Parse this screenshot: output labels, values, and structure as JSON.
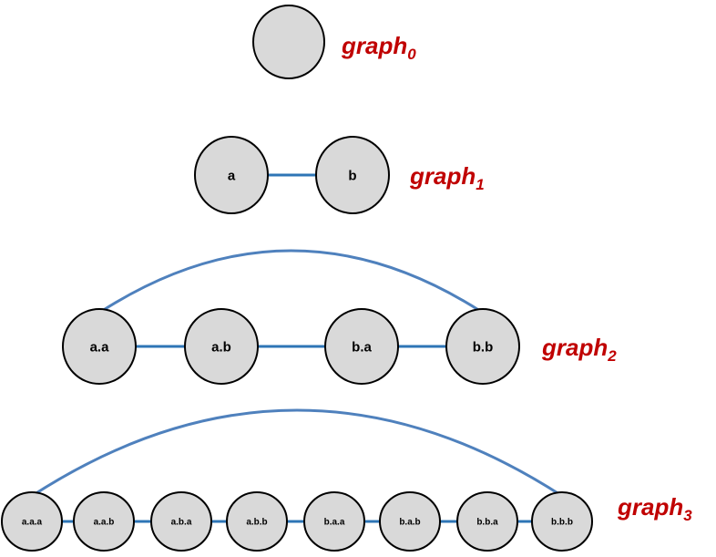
{
  "colors": {
    "node_fill": "#d9d9d9",
    "node_stroke": "#000000",
    "edge": "#2e75b6",
    "arc": "#4f81bd",
    "title": "#c00000"
  },
  "graphs": [
    {
      "name": "graph",
      "index": "0",
      "nodes": [
        ""
      ],
      "edges": [],
      "arcs": []
    },
    {
      "name": "graph",
      "index": "1",
      "nodes": [
        "a",
        "b"
      ],
      "edges": [
        [
          0,
          1
        ]
      ],
      "arcs": []
    },
    {
      "name": "graph",
      "index": "2",
      "nodes": [
        "a.a",
        "a.b",
        "b.a",
        "b.b"
      ],
      "edges": [
        [
          0,
          1
        ],
        [
          1,
          2
        ],
        [
          2,
          3
        ]
      ],
      "arcs": [
        [
          0,
          3
        ]
      ]
    },
    {
      "name": "graph",
      "index": "3",
      "nodes": [
        "a.a.a",
        "a.a.b",
        "a.b.a",
        "a.b.b",
        "b.a.a",
        "b.a.b",
        "b.b.a",
        "b.b.b"
      ],
      "edges": [
        [
          0,
          1
        ],
        [
          1,
          2
        ],
        [
          2,
          3
        ],
        [
          3,
          4
        ],
        [
          4,
          5
        ],
        [
          5,
          6
        ],
        [
          6,
          7
        ]
      ],
      "arcs": [
        [
          0,
          7
        ]
      ]
    }
  ]
}
